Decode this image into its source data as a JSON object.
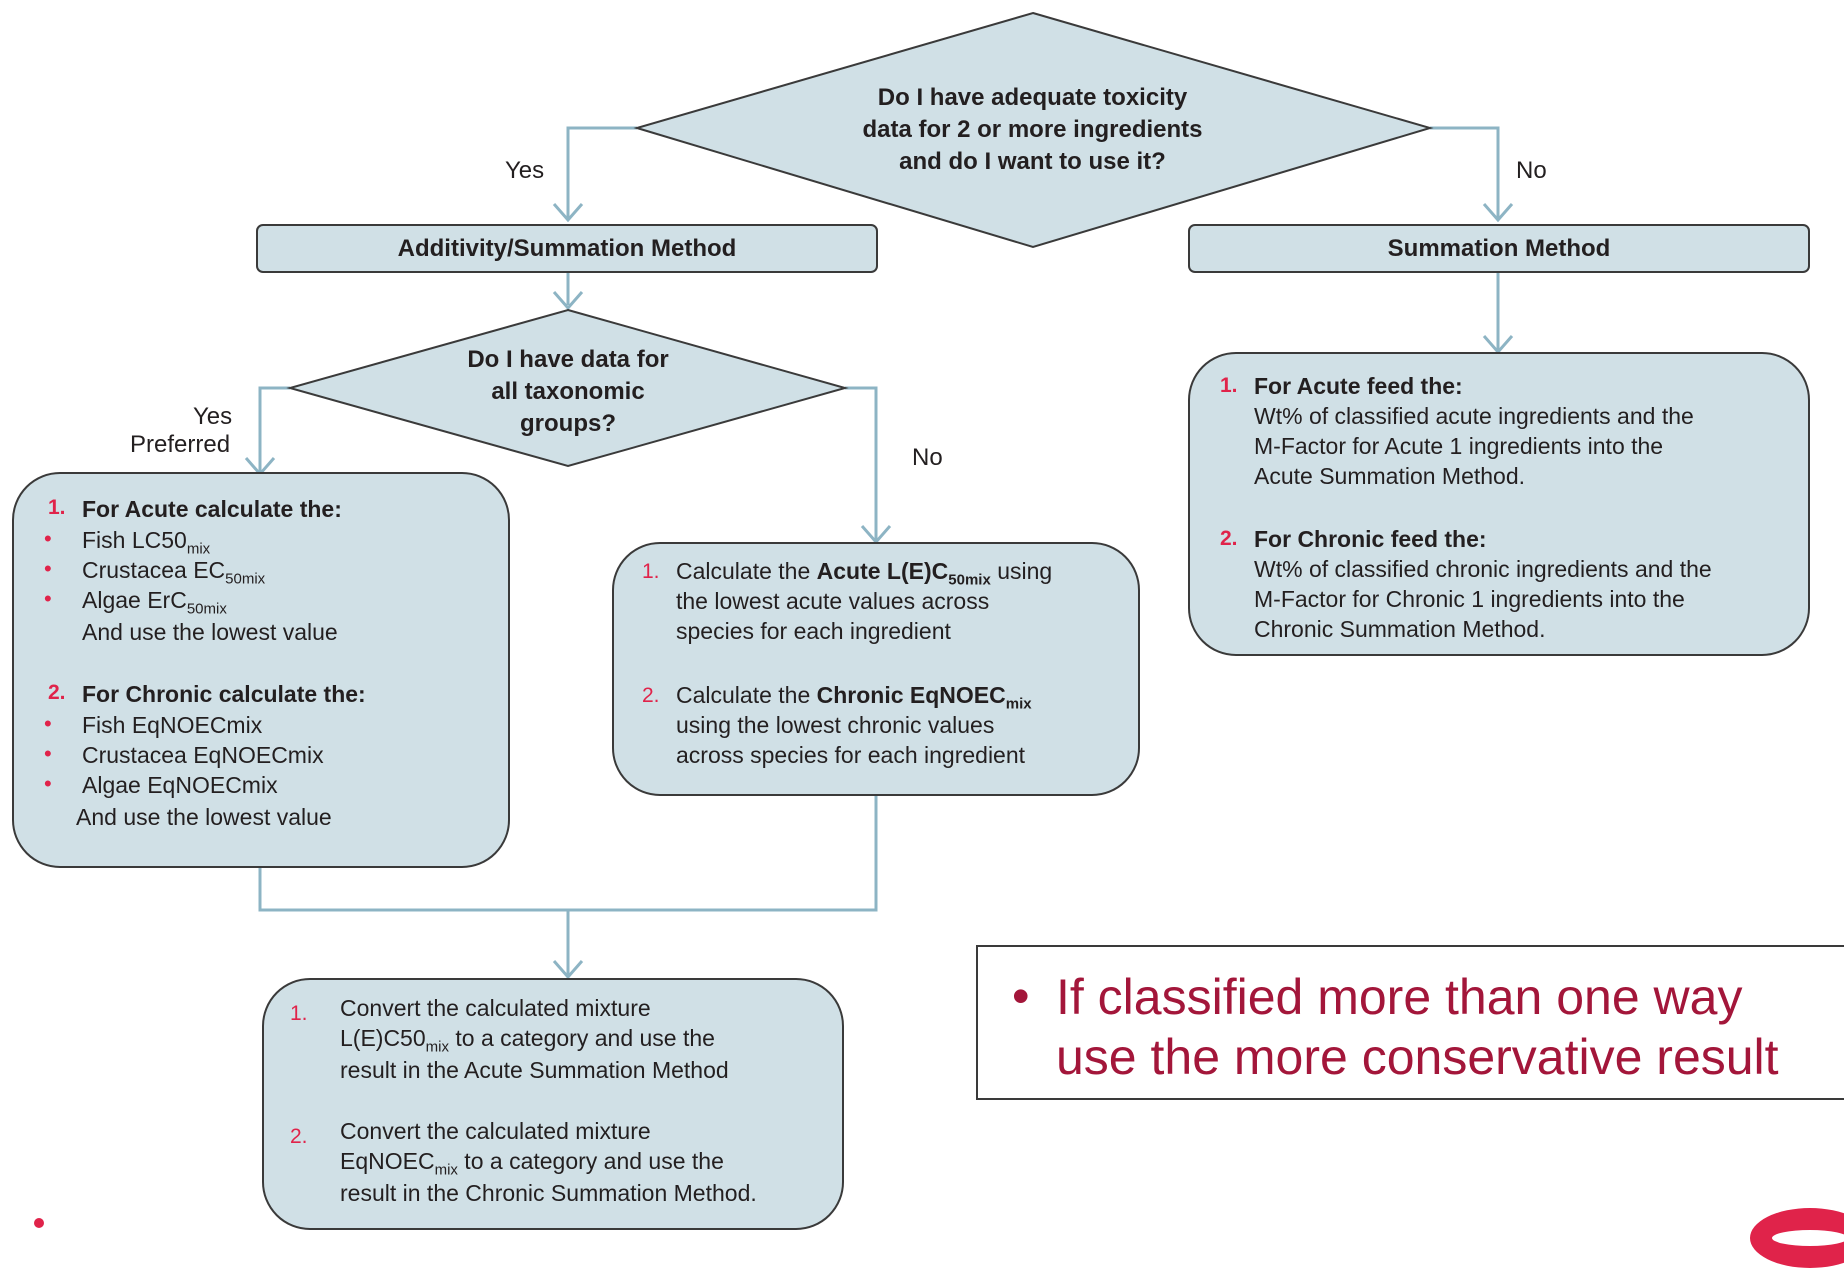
{
  "decision1": {
    "line1": "Do I have adequate toxicity",
    "line2": "data for 2 or more ingredients",
    "line3": "and do I want to use it?",
    "yes": "Yes",
    "no": "No"
  },
  "additivity_box": {
    "title": "Additivity/Summation Method"
  },
  "summation_box": {
    "title": "Summation Method"
  },
  "decision2": {
    "line1": "Do I have data for",
    "line2": "all taxonomic",
    "line3": "groups?",
    "yes": "Yes",
    "preferred": "Preferred",
    "no": "No"
  },
  "left_box": {
    "n1": "1.",
    "acute_heading": "For Acute calculate the:",
    "bullet": "•",
    "fish": "Fish LC50",
    "fish_sub": "mix",
    "crustacea": "Crustacea EC",
    "crustacea_sub": "50mix",
    "algae": "Algae ErC",
    "algae_sub": "50mix",
    "lowest1": "And use the lowest value",
    "n2": "2.",
    "chronic_heading": "For Chronic calculate the:",
    "fish2": "Fish EqNOECmix",
    "crustacea2": "Crustacea EqNOECmix",
    "algae2": "Algae EqNOECmix",
    "lowest2": "And use the lowest value"
  },
  "middle_box": {
    "n1": "1.",
    "l1a": "Calculate the ",
    "l1b": "Acute L(E)C",
    "l1sub": "50mix",
    "l1c": " using",
    "l2": "the lowest acute values across",
    "l3": "species for each ingredient",
    "n2": "2.",
    "l4a": "Calculate the ",
    "l4b": "Chronic EqNOEC",
    "l4sub": "mix",
    "l5": "using the lowest chronic values",
    "l6": "across species for each ingredient"
  },
  "right_box": {
    "n1": "1.",
    "acute_heading": "For Acute feed the:",
    "a1": "Wt% of classified acute ingredients and the",
    "a2": "M-Factor for Acute 1 ingredients into the",
    "a3": "Acute Summation Method.",
    "n2": "2.",
    "chronic_heading": "For Chronic feed the:",
    "c1": "Wt% of classified chronic ingredients and the",
    "c2": "M-Factor for Chronic 1 ingredients into the",
    "c3": "Chronic Summation Method."
  },
  "bottom_box": {
    "n1": "1.",
    "l1": "Convert the calculated mixture",
    "l2a": "L(E)C50",
    "l2sub": "mix",
    "l2b": " to a category and use the",
    "l3": "result in the Acute Summation Method",
    "n2": "2.",
    "l4": "Convert the calculated mixture",
    "l5a": "EqNOEC",
    "l5sub": "mix",
    "l5b": " to a category and use the",
    "l6": "result in the Chronic Summation Method."
  },
  "conclusion": {
    "bullet": "•",
    "line1": "If classified more than one way",
    "line2": "use the more conservative result"
  },
  "colors": {
    "box_fill": "#d0e0e6",
    "connector": "#8db4c4",
    "accent_red": "#e0234a",
    "conclusion_text": "#a3163a"
  }
}
